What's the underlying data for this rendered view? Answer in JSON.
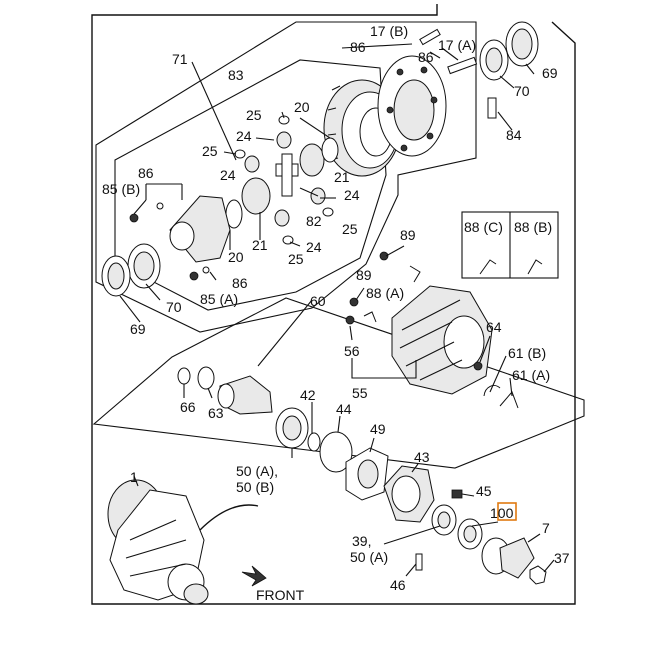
{
  "callouts": {
    "c1": "1",
    "c7": "7",
    "c17b": "17 (B)",
    "c17a": "17 (A)",
    "c20a": "20",
    "c20b": "20",
    "c21a": "21",
    "c21b": "21",
    "c24a": "24",
    "c24b": "24",
    "c24c": "24",
    "c24d": "24",
    "c25a": "25",
    "c25b": "25",
    "c25c": "25",
    "c25d": "25",
    "c37": "37",
    "c39": "39,",
    "c42": "42",
    "c43": "43",
    "c44": "44",
    "c45": "45",
    "c46": "46",
    "c49": "49",
    "c50a": "50 (A),",
    "c50b": "50 (B)",
    "c50c": "50 (A)",
    "c55": "55",
    "c56": "56",
    "c60": "60",
    "c61b": "61 (B)",
    "c61a": "61 (A)",
    "c63": "63",
    "c64": "64",
    "c66": "66",
    "c69a": "69",
    "c69b": "69",
    "c70a": "70",
    "c70b": "70",
    "c71": "71",
    "c82": "82",
    "c83": "83",
    "c84": "84",
    "c85b": "85 (B)",
    "c85a": "85 (A)",
    "c86a": "86",
    "c86b": "86",
    "c86c": "86",
    "c86d": "86",
    "c88c": "88 (C)",
    "c88b": "88 (B)",
    "c88a": "88 (A)",
    "c89a": "89",
    "c89b": "89",
    "c100": "100",
    "front": "FRONT"
  },
  "highlight": {
    "color": "#e07a10"
  }
}
